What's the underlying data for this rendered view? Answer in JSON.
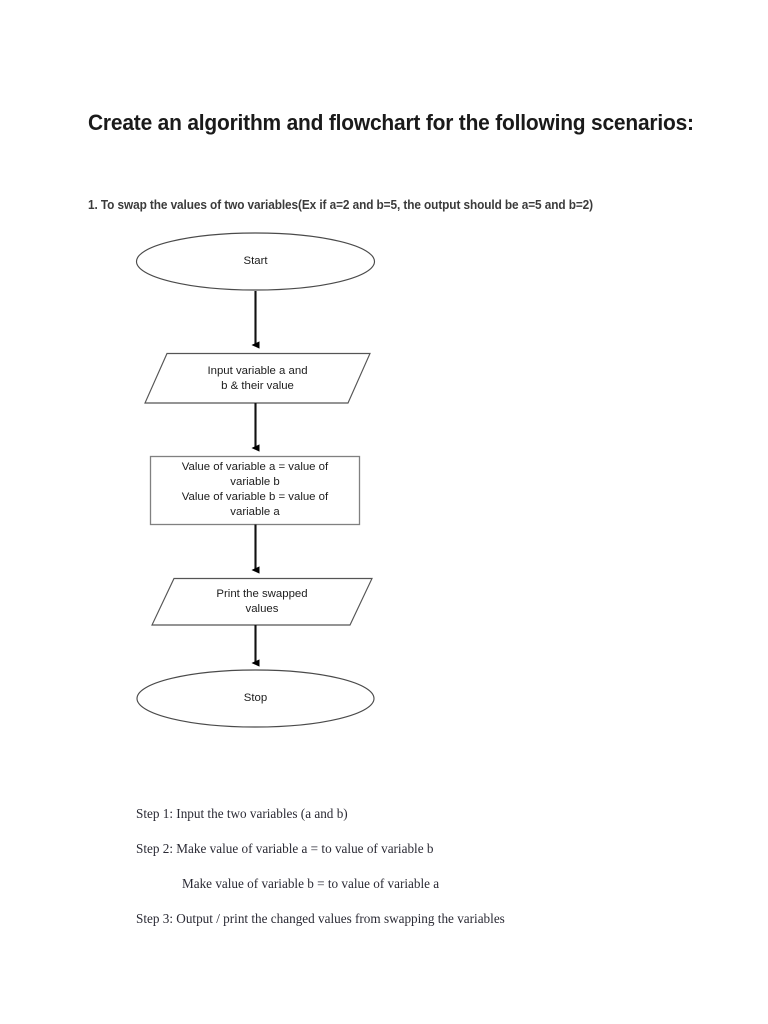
{
  "document": {
    "title": "Create an algorithm and flowchart for the following scenarios:",
    "subtitle": "1. To swap the values of two variables(Ex if a=2 and b=5, the output should be a=5 and b=2)"
  },
  "flowchart": {
    "nodes": [
      {
        "id": "start",
        "shape": "terminator-ellipse",
        "label": "Start"
      },
      {
        "id": "input",
        "shape": "parallelogram",
        "label": "Input variable a and\nb & their value"
      },
      {
        "id": "process",
        "shape": "rectangle",
        "label": "Value of variable a = value of\nvariable b\nValue of variable b = value of\nvariable a"
      },
      {
        "id": "print",
        "shape": "parallelogram",
        "label": "Print the swapped\nvalues"
      },
      {
        "id": "stop",
        "shape": "terminator-ellipse",
        "label": "Stop"
      }
    ],
    "connectors": [
      {
        "from": "start",
        "to": "input"
      },
      {
        "from": "input",
        "to": "process"
      },
      {
        "from": "process",
        "to": "print"
      },
      {
        "from": "print",
        "to": "stop"
      }
    ],
    "colors": {
      "outline": "#4a4a4a",
      "process_outline": "#808080",
      "connector": "#000000",
      "text": "#1d1d1d",
      "fill": "#ffffff"
    }
  },
  "steps": [
    {
      "text": "Step 1: Input the two variables (a and b)",
      "indented": false
    },
    {
      "text": "Step 2: Make value of variable a = to value of variable b",
      "indented": false
    },
    {
      "text": "Make value of variable b = to value of variable a",
      "indented": true
    },
    {
      "text": "Step 3: Output / print the changed values from swapping the variables",
      "indented": false
    }
  ]
}
